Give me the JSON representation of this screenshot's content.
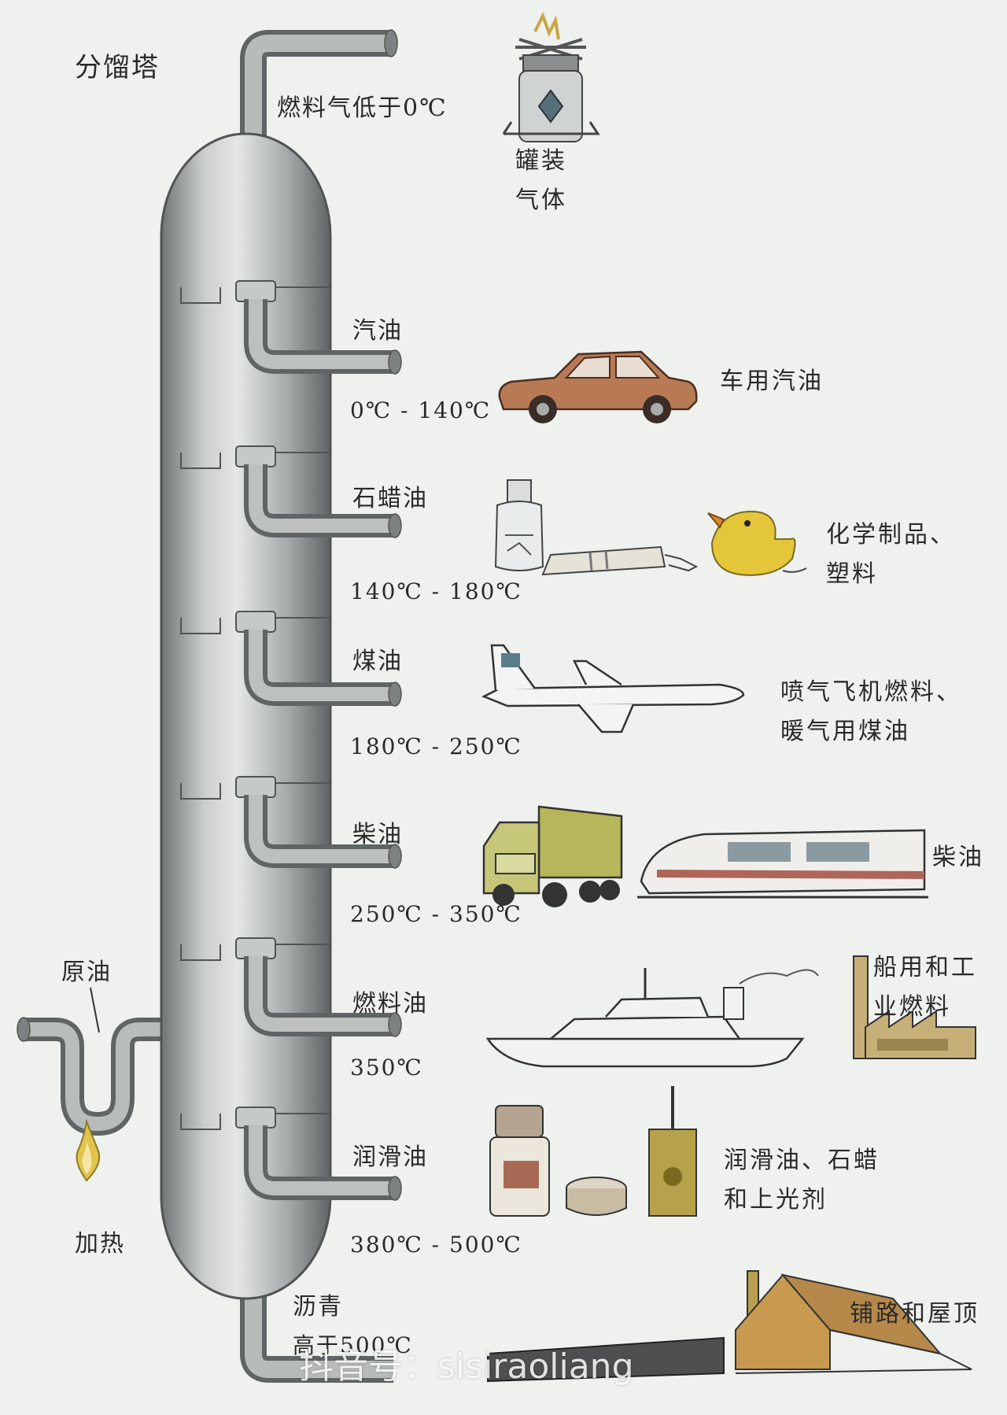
{
  "title": "分馏塔",
  "top_gas": {
    "label": "燃料气低于0℃",
    "product": [
      "罐装",
      "气体"
    ]
  },
  "crude": {
    "label": "原油",
    "heat": "加热"
  },
  "fractions": [
    {
      "name": "汽油",
      "temp": "0℃ - 140℃",
      "product": [
        "车用汽油"
      ]
    },
    {
      "name": "石蜡油",
      "temp": "140℃ - 180℃",
      "product": [
        "化学制品、",
        "塑料"
      ]
    },
    {
      "name": "煤油",
      "temp": "180℃ - 250℃",
      "product": [
        "喷气飞机燃料、",
        "暖气用煤油"
      ]
    },
    {
      "name": "柴油",
      "temp": "250℃ - 350℃",
      "product": [
        "柴油"
      ]
    },
    {
      "name": "燃料油",
      "temp": "350℃",
      "product": [
        "船用和工",
        "业燃料"
      ]
    },
    {
      "name": "润滑油",
      "temp": "380℃ - 500℃",
      "product": [
        "润滑油、石蜡",
        "和上光剂"
      ]
    }
  ],
  "bottom": {
    "name": "沥青",
    "temp": "高于500℃",
    "product": "铺路和屋顶"
  },
  "watermark": "抖音号：sisiraoliang",
  "colors": {
    "background": "#eef1ee",
    "tower": "#9ea3a3",
    "pipe": "#8f9494",
    "car": "#b87a55",
    "duck": "#e3c63a",
    "truck": "#b6b65a",
    "flame": "#e0c54a"
  },
  "icons": [
    "gas-canister-icon",
    "car-icon",
    "bottle-icon",
    "tube-icon",
    "duck-icon",
    "airplane-icon",
    "truck-icon",
    "train-icon",
    "ship-icon",
    "factory-icon",
    "oil-can-icon",
    "tin-icon",
    "house-icon",
    "road-icon",
    "flame-icon"
  ]
}
